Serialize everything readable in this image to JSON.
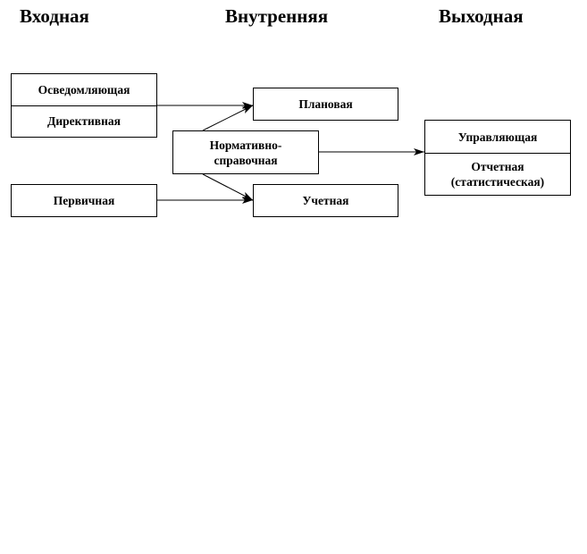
{
  "headings": {
    "input": "Входная",
    "internal": "Внутренняя",
    "output": "Выходная"
  },
  "boxes": {
    "input_top": {
      "line1": "Осведомляющая",
      "line2": "Директивная"
    },
    "primary": "Первичная",
    "planned": "Плановая",
    "normative": {
      "line1": "Нормативно-",
      "line2": "справочная"
    },
    "accounting": "Учетная",
    "output": {
      "line1": "Управляющая",
      "line2a": "Отчетная",
      "line2b": "(статистическая)"
    }
  },
  "colors": {
    "line": "#000000",
    "background": "#ffffff"
  }
}
